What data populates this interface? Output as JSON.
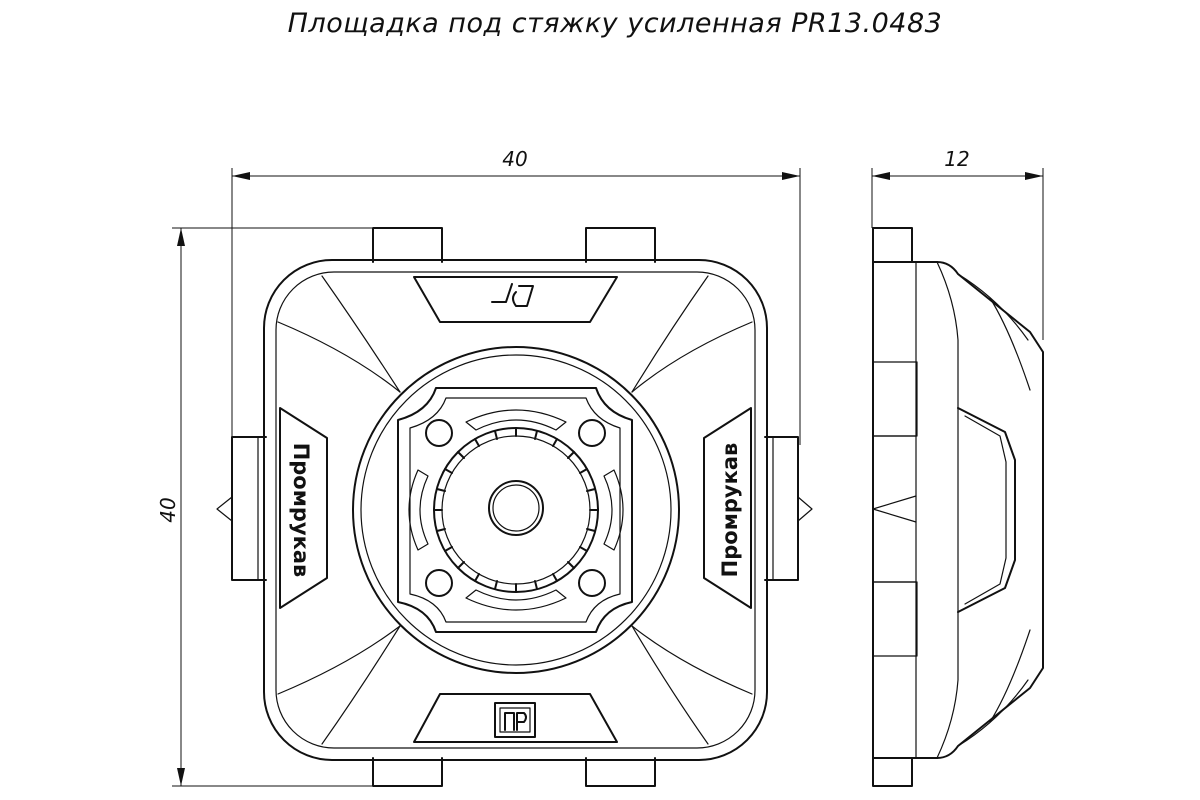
{
  "title": "Площадка под стяжку усиленная PR13.0483",
  "dimensions": {
    "width": "40",
    "height": "40",
    "depth": "12"
  },
  "front_view": {
    "brand_left": "Промрукав",
    "brand_right": "Промрукав",
    "top_marking": "7є",
    "logo_glyph": "П"
  }
}
